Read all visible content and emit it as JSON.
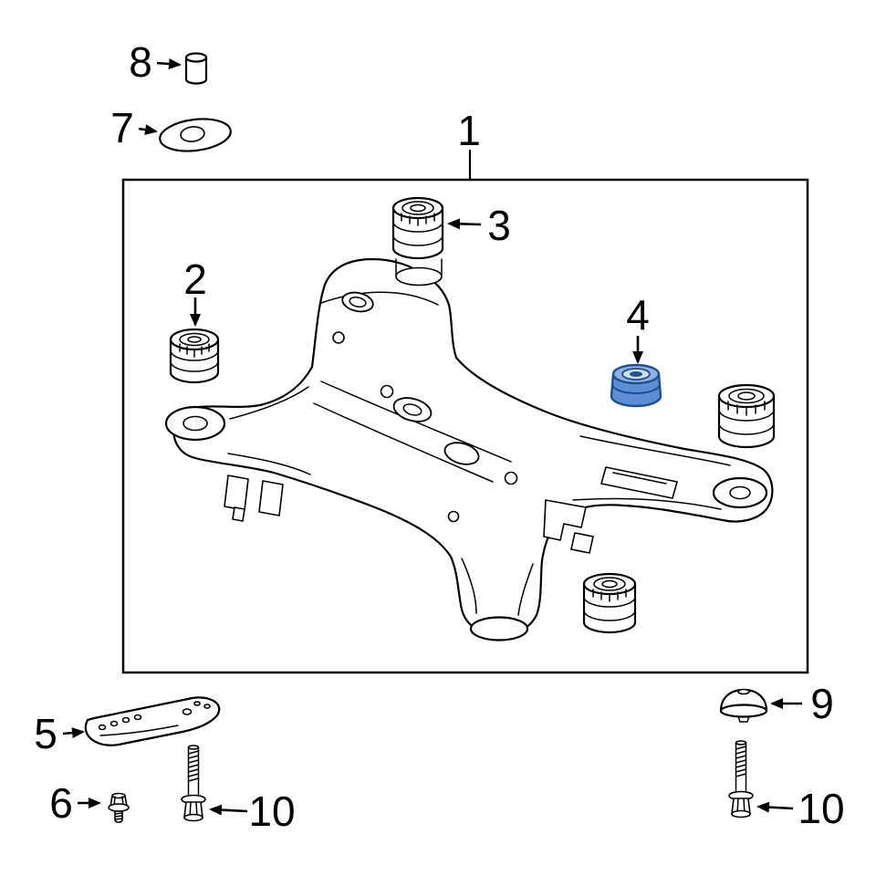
{
  "diagram": {
    "background_color": "#ffffff",
    "line_color": "#000000",
    "frame_color": "#000000",
    "highlight": {
      "fill": "#5d8ed2",
      "fill_light": "#8fb1e2",
      "inner": "#cdddf2",
      "hole": "#24548f",
      "stroke": "#1c4f8f"
    },
    "callouts": {
      "c1": "1",
      "c2": "2",
      "c3": "3",
      "c4": "4",
      "c5": "5",
      "c6": "6",
      "c7": "7",
      "c8": "8",
      "c9": "9",
      "c10a": "10",
      "c10b": "10"
    }
  }
}
